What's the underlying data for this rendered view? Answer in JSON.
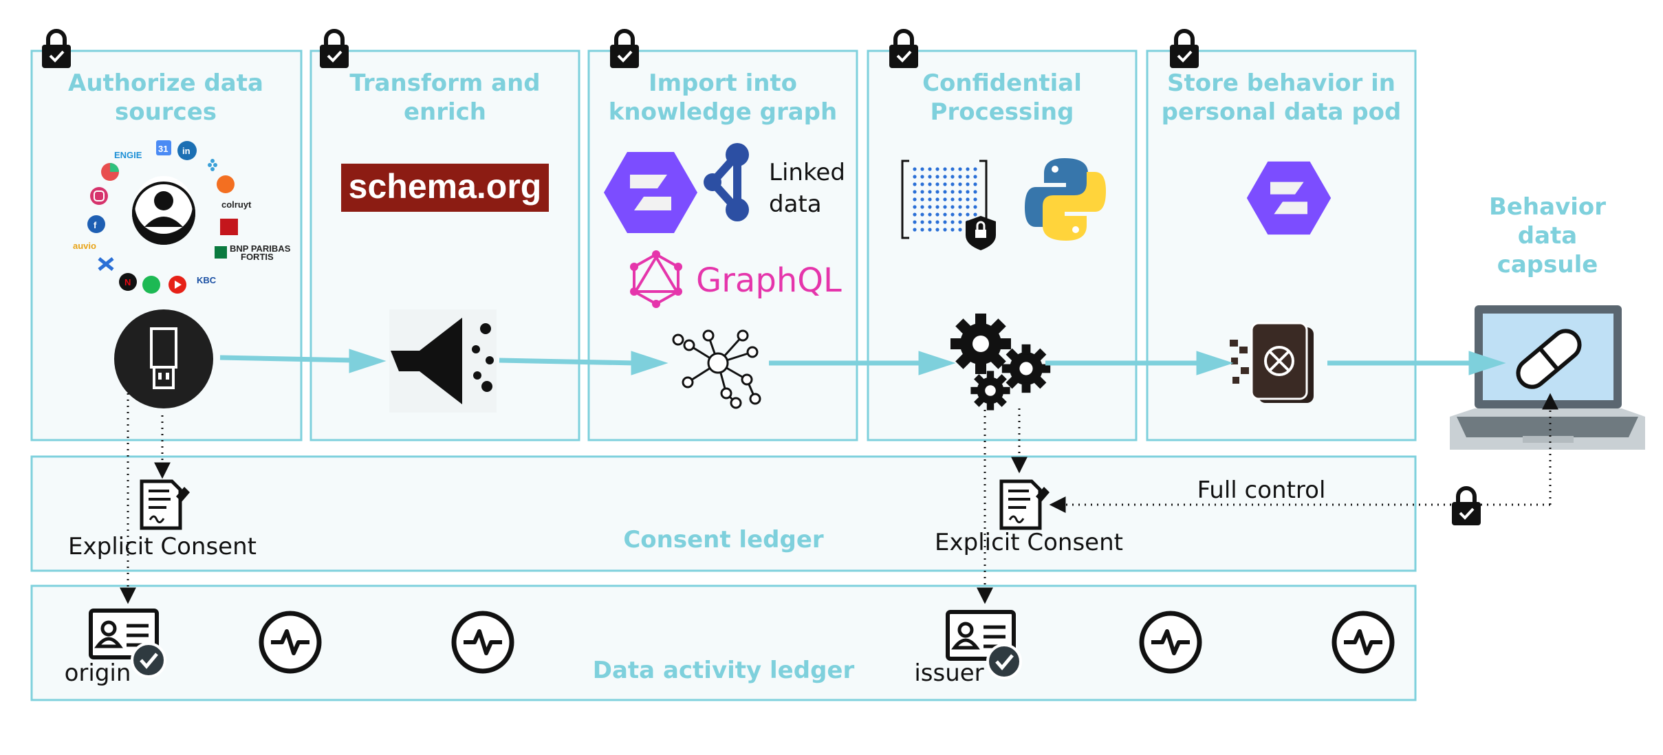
{
  "stages": [
    {
      "title_line1": "Authorize data",
      "title_line2": "sources"
    },
    {
      "title_line1": "Transform and",
      "title_line2": "enrich"
    },
    {
      "title_line1": "Import into",
      "title_line2": "knowledge graph"
    },
    {
      "title_line1": "Confidential",
      "title_line2": "Processing"
    },
    {
      "title_line1": "Store behavior in",
      "title_line2": "personal data pod"
    }
  ],
  "capsule": {
    "line1": "Behavior",
    "line2": "data",
    "line3": "capsule"
  },
  "logos": {
    "schema": "schema.org",
    "linked_line1": "Linked",
    "linked_line2": "data",
    "graphql": "GraphQL",
    "engie": "ENGIE",
    "colruyt": "colruyt",
    "bnp_line1": "BNP PARIBAS",
    "bnp_line2": "FORTIS",
    "kbc": "KBC",
    "auvio": "auvio",
    "calendar": "31",
    "linkedin": "in"
  },
  "consent_ledger": {
    "title": "Consent ledger",
    "consent_left": "Explicit Consent",
    "consent_right": "Explicit Consent",
    "full_control": "Full control"
  },
  "activity_ledger": {
    "title": "Data activity ledger",
    "origin": "origin",
    "issuer": "issuer"
  },
  "colors": {
    "accent": "#7ed0dc",
    "panel_bg": "#f5fafb",
    "dark": "#111111",
    "solid_purple": "#7c4dff"
  }
}
